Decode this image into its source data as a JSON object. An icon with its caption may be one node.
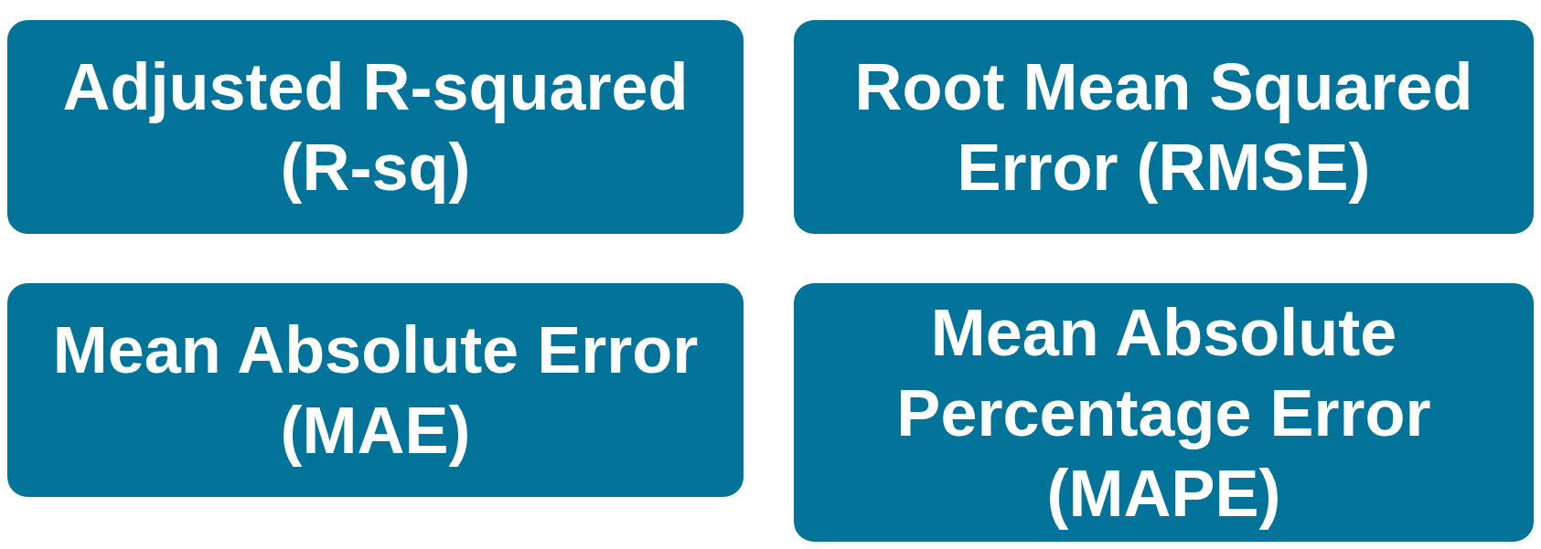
{
  "diagram": {
    "nodes": [
      {
        "text": [
          "Adjusted R-squared (R-sq)"
        ]
      },
      {
        "text": [
          "Root Mean Squared Error (RMSE)"
        ]
      },
      {
        "text": [
          "Mean Absolute Error (MAE)"
        ]
      },
      {
        "text": [
          "Mean Absolute Percentage Error (MAPE)"
        ]
      }
    ]
  }
}
